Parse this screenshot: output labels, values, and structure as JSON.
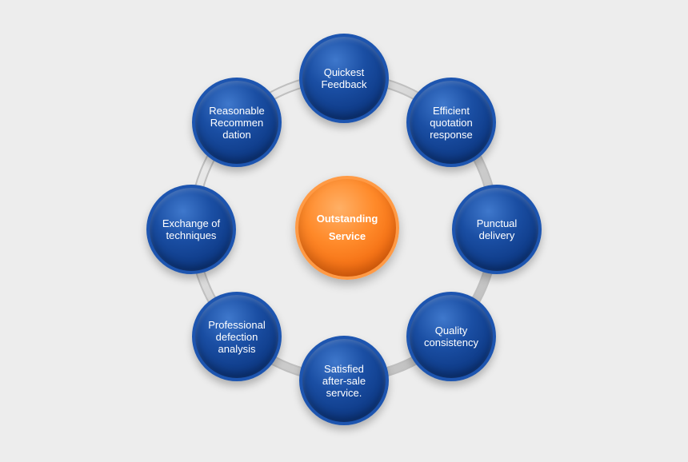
{
  "colors": {
    "background": "#ededed",
    "node_blue": "#1a4ea3",
    "center_orange": "#ff8a2a",
    "ring": "#d4d4d4"
  },
  "center": {
    "label": "Outstanding\nService"
  },
  "nodes": [
    {
      "label": "Quickest\nFeedback"
    },
    {
      "label": "Efficient\nquotation\nresponse"
    },
    {
      "label": "Punctual\ndelivery"
    },
    {
      "label": "Quality\nconsistency"
    },
    {
      "label": "Satisfied\nafter-sale\nservice."
    },
    {
      "label": "Professional\ndefection\nanalysis"
    },
    {
      "label": "Exchange of\ntechniques"
    },
    {
      "label": "Reasonable\nRecommen\ndation"
    }
  ]
}
